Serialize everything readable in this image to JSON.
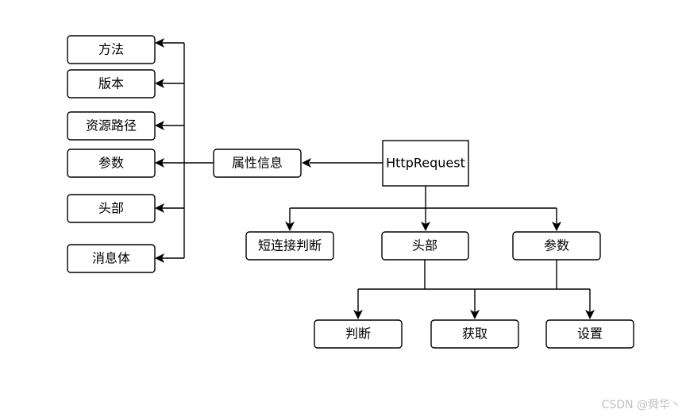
{
  "diagram": {
    "root": "HttpRequest",
    "attributes": {
      "label": "属性信息",
      "children": [
        "方法",
        "版本",
        "资源路径",
        "参数",
        "头部",
        "消息体"
      ]
    },
    "short_connection": "短连接判断",
    "headers": "头部",
    "params": "参数",
    "operations": [
      "判断",
      "获取",
      "设置"
    ]
  },
  "watermark": "CSDN @舜华丶"
}
